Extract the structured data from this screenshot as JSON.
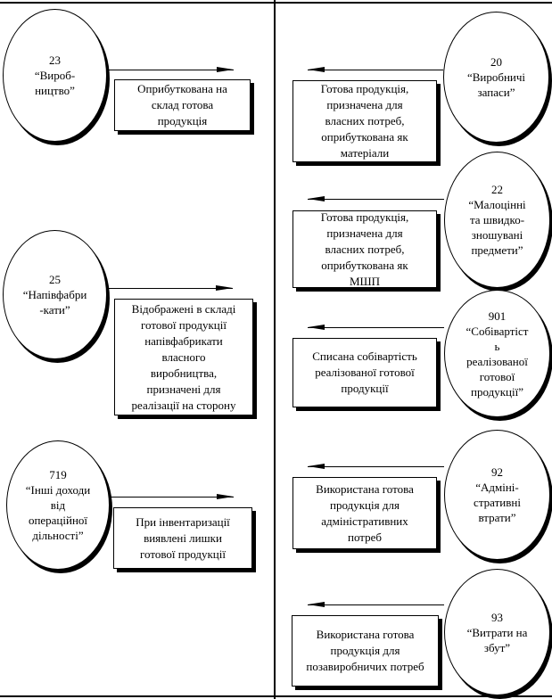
{
  "diagram": {
    "description": "Accounting flow diagram: finished goods account correspondence",
    "colors": {
      "line": "#000000",
      "background": "#ffffff",
      "text": "#000000"
    },
    "left_column_flows": [
      {
        "account": "23\n“Вироб-\nництво”",
        "operation": "Оприбуткована на\nсклад готова\nпродукція",
        "arrow_direction": "right"
      },
      {
        "account": "25\n“Напівфабри\n-кати”",
        "operation": "Відображені в складі\nготової продукції\nнапівфабрикати\nвласного\nвиробництва,\nпризначені для\nреалізації на сторону",
        "arrow_direction": "right"
      },
      {
        "account": "719\n“Інші доходи\nвід\nопераційної\nдільності”",
        "operation": "При інвентаризації\nвиявлені лишки\nготової продукції",
        "arrow_direction": "right"
      }
    ],
    "right_column_flows": [
      {
        "account": "20\n“Виробничі\nзапаси”",
        "operation": "Готова продукція,\nпризначена для\nвласних потреб,\nоприбуткована як\nматеріали",
        "arrow_direction": "left"
      },
      {
        "account": "22\n“Малоцінні\nта швидко-\nзношувані\nпредмети”",
        "operation": "Готова продукція,\nпризначена для\nвласних потреб,\nоприбуткована як\nМШП",
        "arrow_direction": "left"
      },
      {
        "account": "901\n“Собівартіст\nь\nреалізованої\nготової\nпродукції”",
        "operation": "Списана собівартість\nреалізованої готової\nпродукції",
        "arrow_direction": "left"
      },
      {
        "account": "92\n“Адміні-\nстративні\nвтрати”",
        "operation": "Використана готова\nпродукція для\nадміністративних\nпотреб",
        "arrow_direction": "left"
      },
      {
        "account": "93\n“Витрати на\nзбут”",
        "operation": "Використана готова\nпродукція для\nпозавиробничих потреб",
        "arrow_direction": "left"
      }
    ]
  }
}
